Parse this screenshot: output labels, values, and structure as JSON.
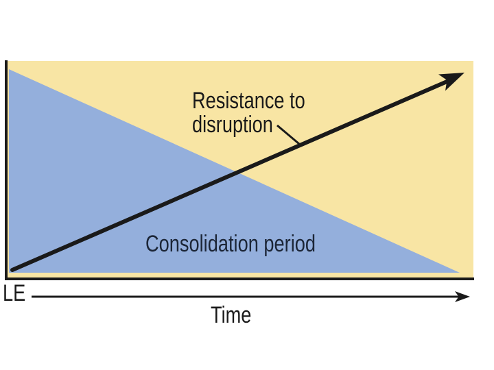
{
  "figure": {
    "labels": {
      "resistance_line1": "Resistance to",
      "resistance_line2": "disruption",
      "consolidation": "Consolidation period",
      "origin": "LE",
      "time_axis": "Time"
    },
    "colors": {
      "background": "#FFFFFF",
      "field_yellow": "#F8E5A4",
      "consolidation_blue": "#94AFDC",
      "line_black": "#1A1A1A",
      "consolidation_text": "#1C2637"
    }
  },
  "chart_data": {
    "type": "area",
    "title": "",
    "xlabel": "Time",
    "ylabel": "",
    "x_origin_label": "LE",
    "numeric_axes": false,
    "grid": false,
    "legend": "none",
    "x_norm_range": [
      0,
      1
    ],
    "y_norm_range": [
      0,
      1
    ],
    "series": [
      {
        "name": "Resistance to disruption",
        "type": "line",
        "style": "black arrow, straight, increasing",
        "x_norm": [
          0,
          1
        ],
        "y_norm": [
          0,
          1
        ]
      },
      {
        "name": "Consolidation period",
        "type": "area",
        "style": "blue filled triangle, decreasing",
        "x_norm": [
          0,
          1
        ],
        "y_norm": [
          1,
          0
        ]
      }
    ],
    "annotations": [
      {
        "text": "Resistance to disruption",
        "target": "arrow line",
        "connector": "short leader line"
      },
      {
        "text": "Consolidation period",
        "target": "blue triangle interior"
      },
      {
        "text": "LE",
        "position": "x-axis origin"
      },
      {
        "text": "Time",
        "position": "below x-axis, centered"
      }
    ]
  }
}
